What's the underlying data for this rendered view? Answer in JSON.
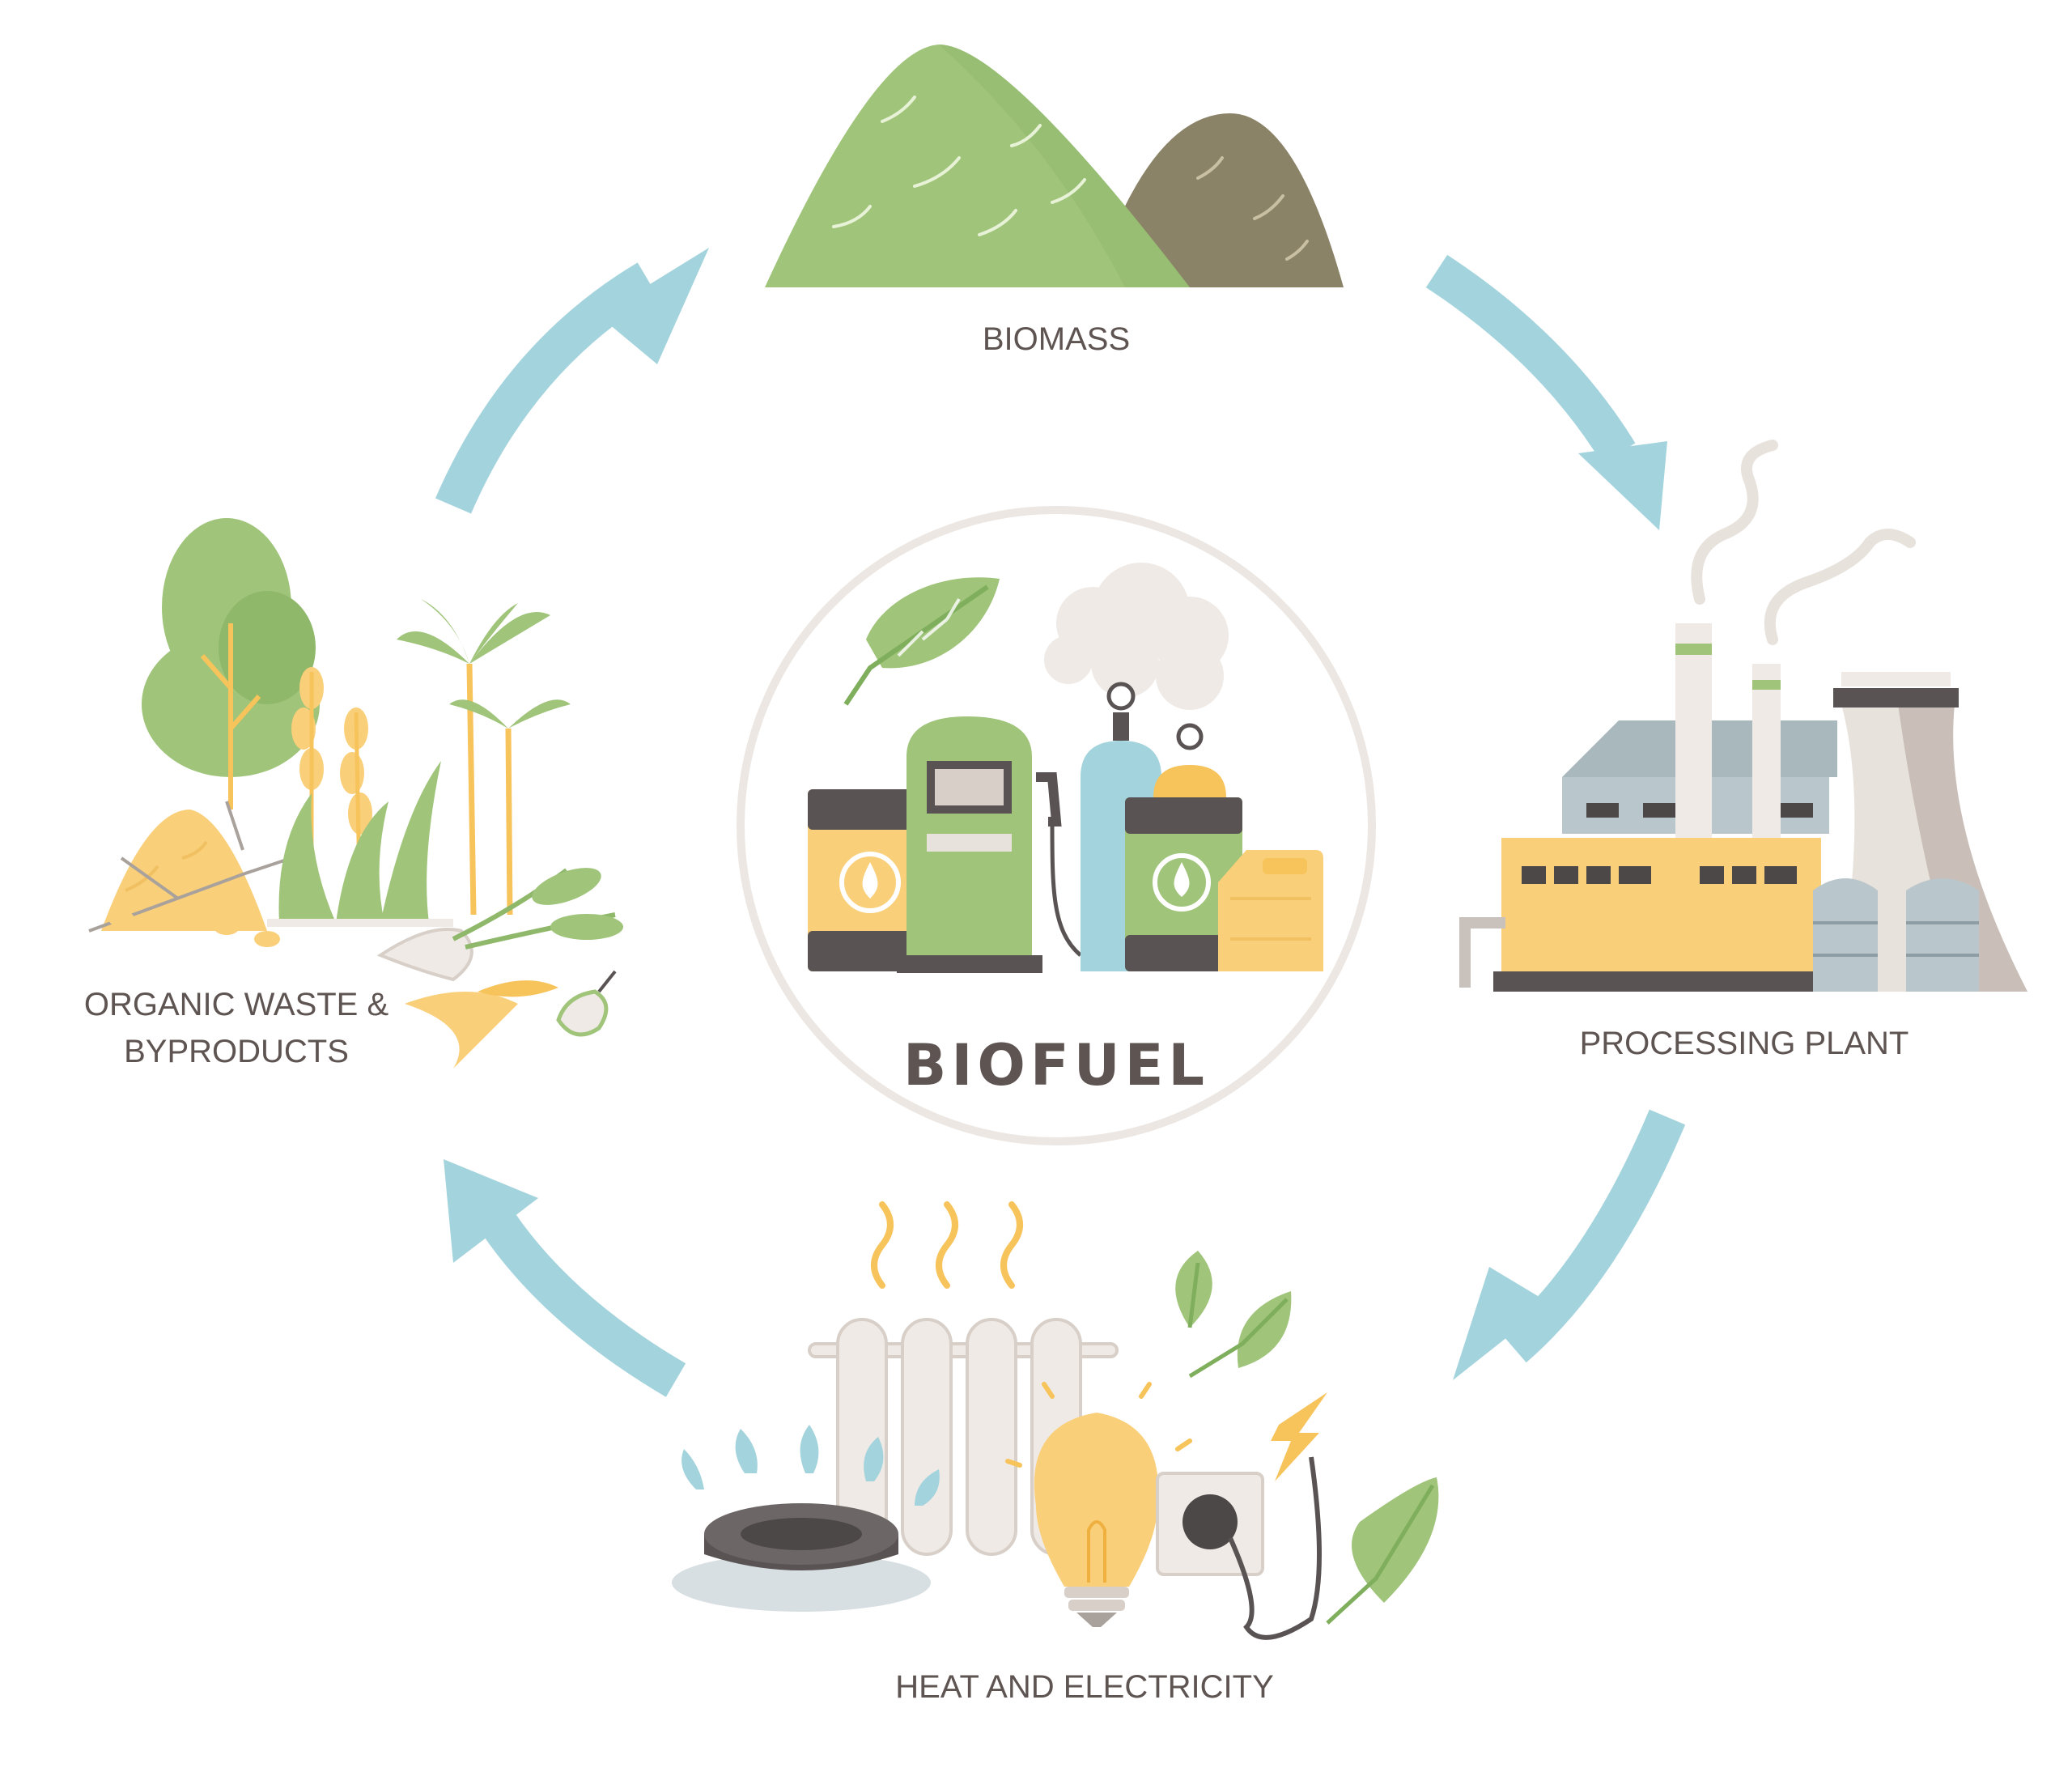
{
  "center": {
    "title": "BIOFUEL"
  },
  "stages": {
    "biomass": "BIOMASS",
    "processing_plant": "PROCESSING PLANT",
    "heat_electricity": "HEAT AND ELECTRICITY",
    "organic_waste_line1": "ORGANIC WASTE &",
    "organic_waste_line2": "BYPRODUCTS"
  },
  "colors": {
    "arrow": "#a3d3dc",
    "leaf_green": "#9fc47a",
    "dark_green": "#7fae5c",
    "brown_hill": "#8b8367",
    "yellow": "#f9cf7a",
    "orange": "#f7c35b",
    "gray_dark": "#5a5353",
    "text": "#5e5452",
    "ring": "#ece7e2"
  }
}
